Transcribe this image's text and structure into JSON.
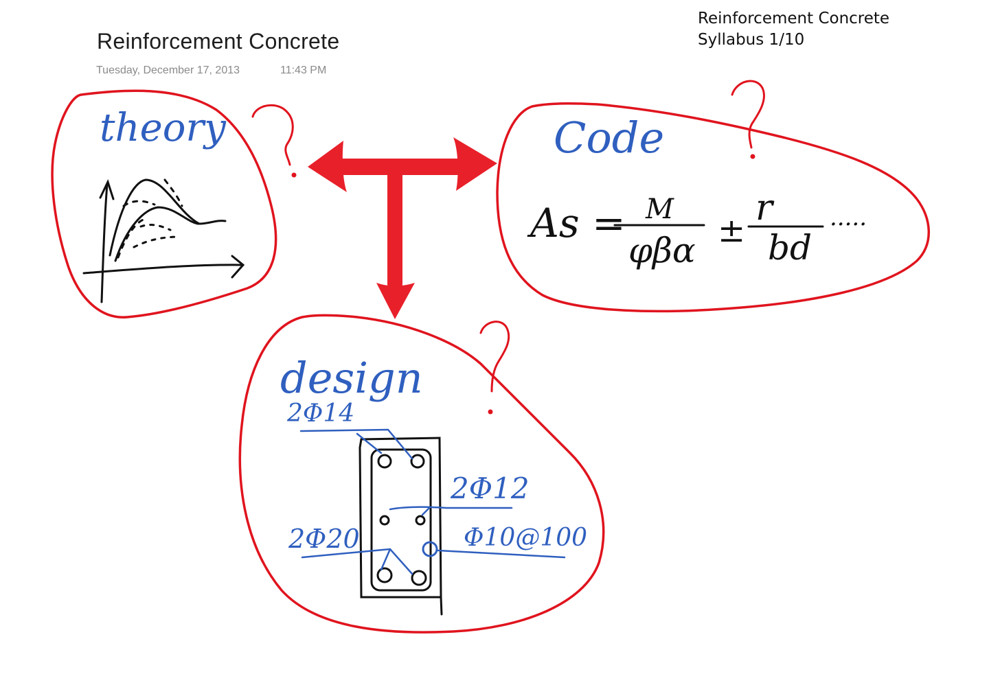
{
  "note": {
    "title": "Reinforcement Concrete",
    "date": "Tuesday, December 17, 2013",
    "time": "11:43 PM"
  },
  "corner": {
    "line1": "Reinforcement Concrete",
    "line2": "Syllabus 1/10"
  },
  "bubbles": {
    "theory": {
      "label": "theory",
      "question": "?"
    },
    "code": {
      "label": "Code",
      "question": "?",
      "formula": {
        "lhs": "As =",
        "numerator1": "M",
        "denominator1": "φβα",
        "operator": "±",
        "numerator2": "r",
        "denominator2": "bd",
        "trailing": "....."
      }
    },
    "design": {
      "label": "design",
      "question": "?",
      "rebar": {
        "top": "2Φ14",
        "middle": "2Φ12",
        "bottom": "2Φ20",
        "stirrup": "Φ10@100"
      }
    }
  },
  "colors": {
    "bubble_outline": "#e0141e",
    "arrow": "#e8202a",
    "label_ink": "#2f5fbf",
    "sketch_ink": "#111111"
  }
}
